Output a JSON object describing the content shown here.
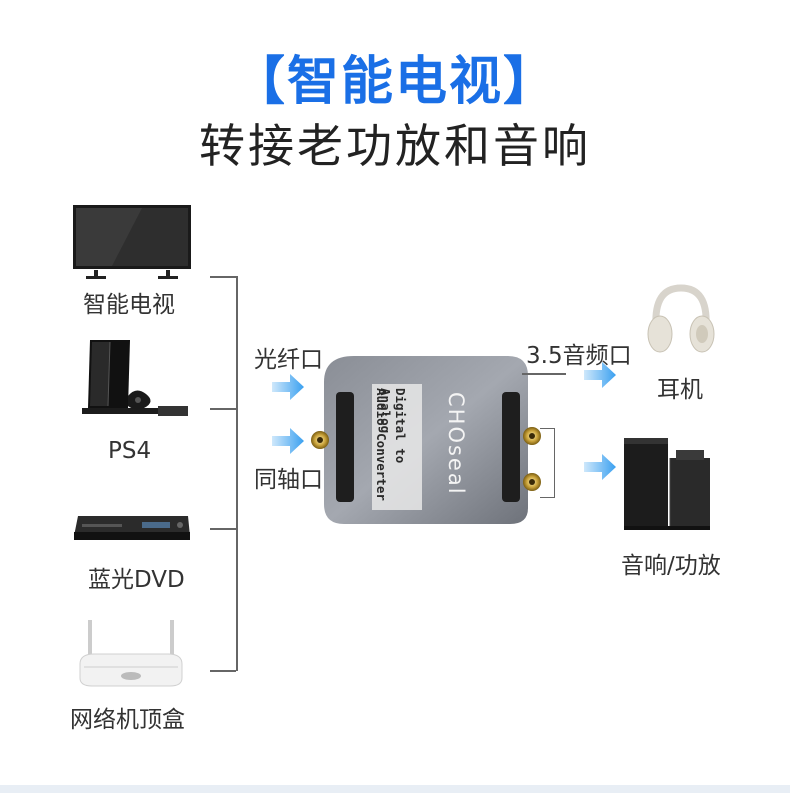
{
  "header": {
    "title": "【智能电视】",
    "subtitle": "转接老功放和音响"
  },
  "sources": [
    {
      "label": "智能电视",
      "icon": "tv-icon"
    },
    {
      "label": "PS4",
      "icon": "ps4-console-icon"
    },
    {
      "label": "蓝光DVD",
      "icon": "bluray-dvd-player-icon"
    },
    {
      "label": "网络机顶盒",
      "icon": "set-top-box-icon"
    }
  ],
  "inputs": {
    "optical": "光纤口",
    "coaxial": "同轴口"
  },
  "converter": {
    "brand": "CHOseal",
    "line1": "Digital to Analog",
    "line2": "Audio Converter"
  },
  "outputs": {
    "jack": "3.5音频口",
    "headphones": "耳机",
    "speakers": "音响/功放"
  },
  "colors": {
    "accent": "#1a6fe6",
    "arrow": "#3aa0f0",
    "gold": "#c9a23a"
  }
}
